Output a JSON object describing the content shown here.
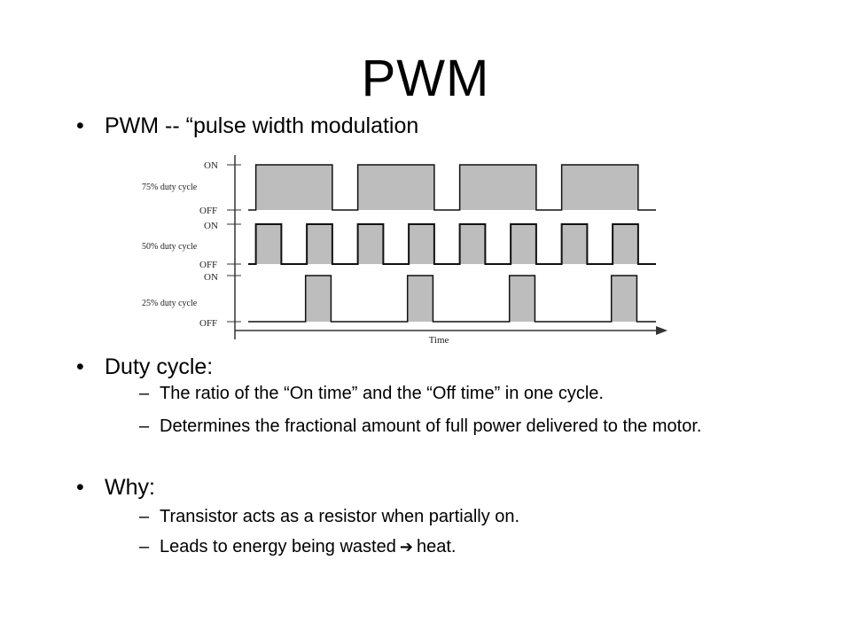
{
  "slide": {
    "title": "PWM",
    "bullets": [
      {
        "text": "PWM -- “pulse width modulation"
      },
      {
        "text": "Duty cycle:",
        "subs": [
          "The ratio of the “On time” and the “Off time” in one cycle.",
          "Determines the fractional amount of full power delivered to the motor."
        ]
      },
      {
        "text": "Why:",
        "subs": [
          "Transistor acts as a resistor when partially on.",
          "Leads to energy being wasted",
          "heat."
        ]
      }
    ],
    "bullet_char": "•",
    "dash_char": "–"
  },
  "diagram": {
    "labels": {
      "on": "ON",
      "off": "OFF",
      "time": "Time",
      "duty75": "75% duty cycle",
      "duty50": "50% duty cycle",
      "duty25": "25% duty cycle"
    },
    "signals": [
      {
        "duty": 0.75,
        "periods": 4
      },
      {
        "duty": 0.5,
        "periods": 8
      },
      {
        "duty": 0.25,
        "periods": 4
      }
    ],
    "colors": {
      "pulse_fill": "#bdbdbd",
      "line": "#111111"
    }
  },
  "icons": {
    "arrow": "right-arrow-icon"
  }
}
